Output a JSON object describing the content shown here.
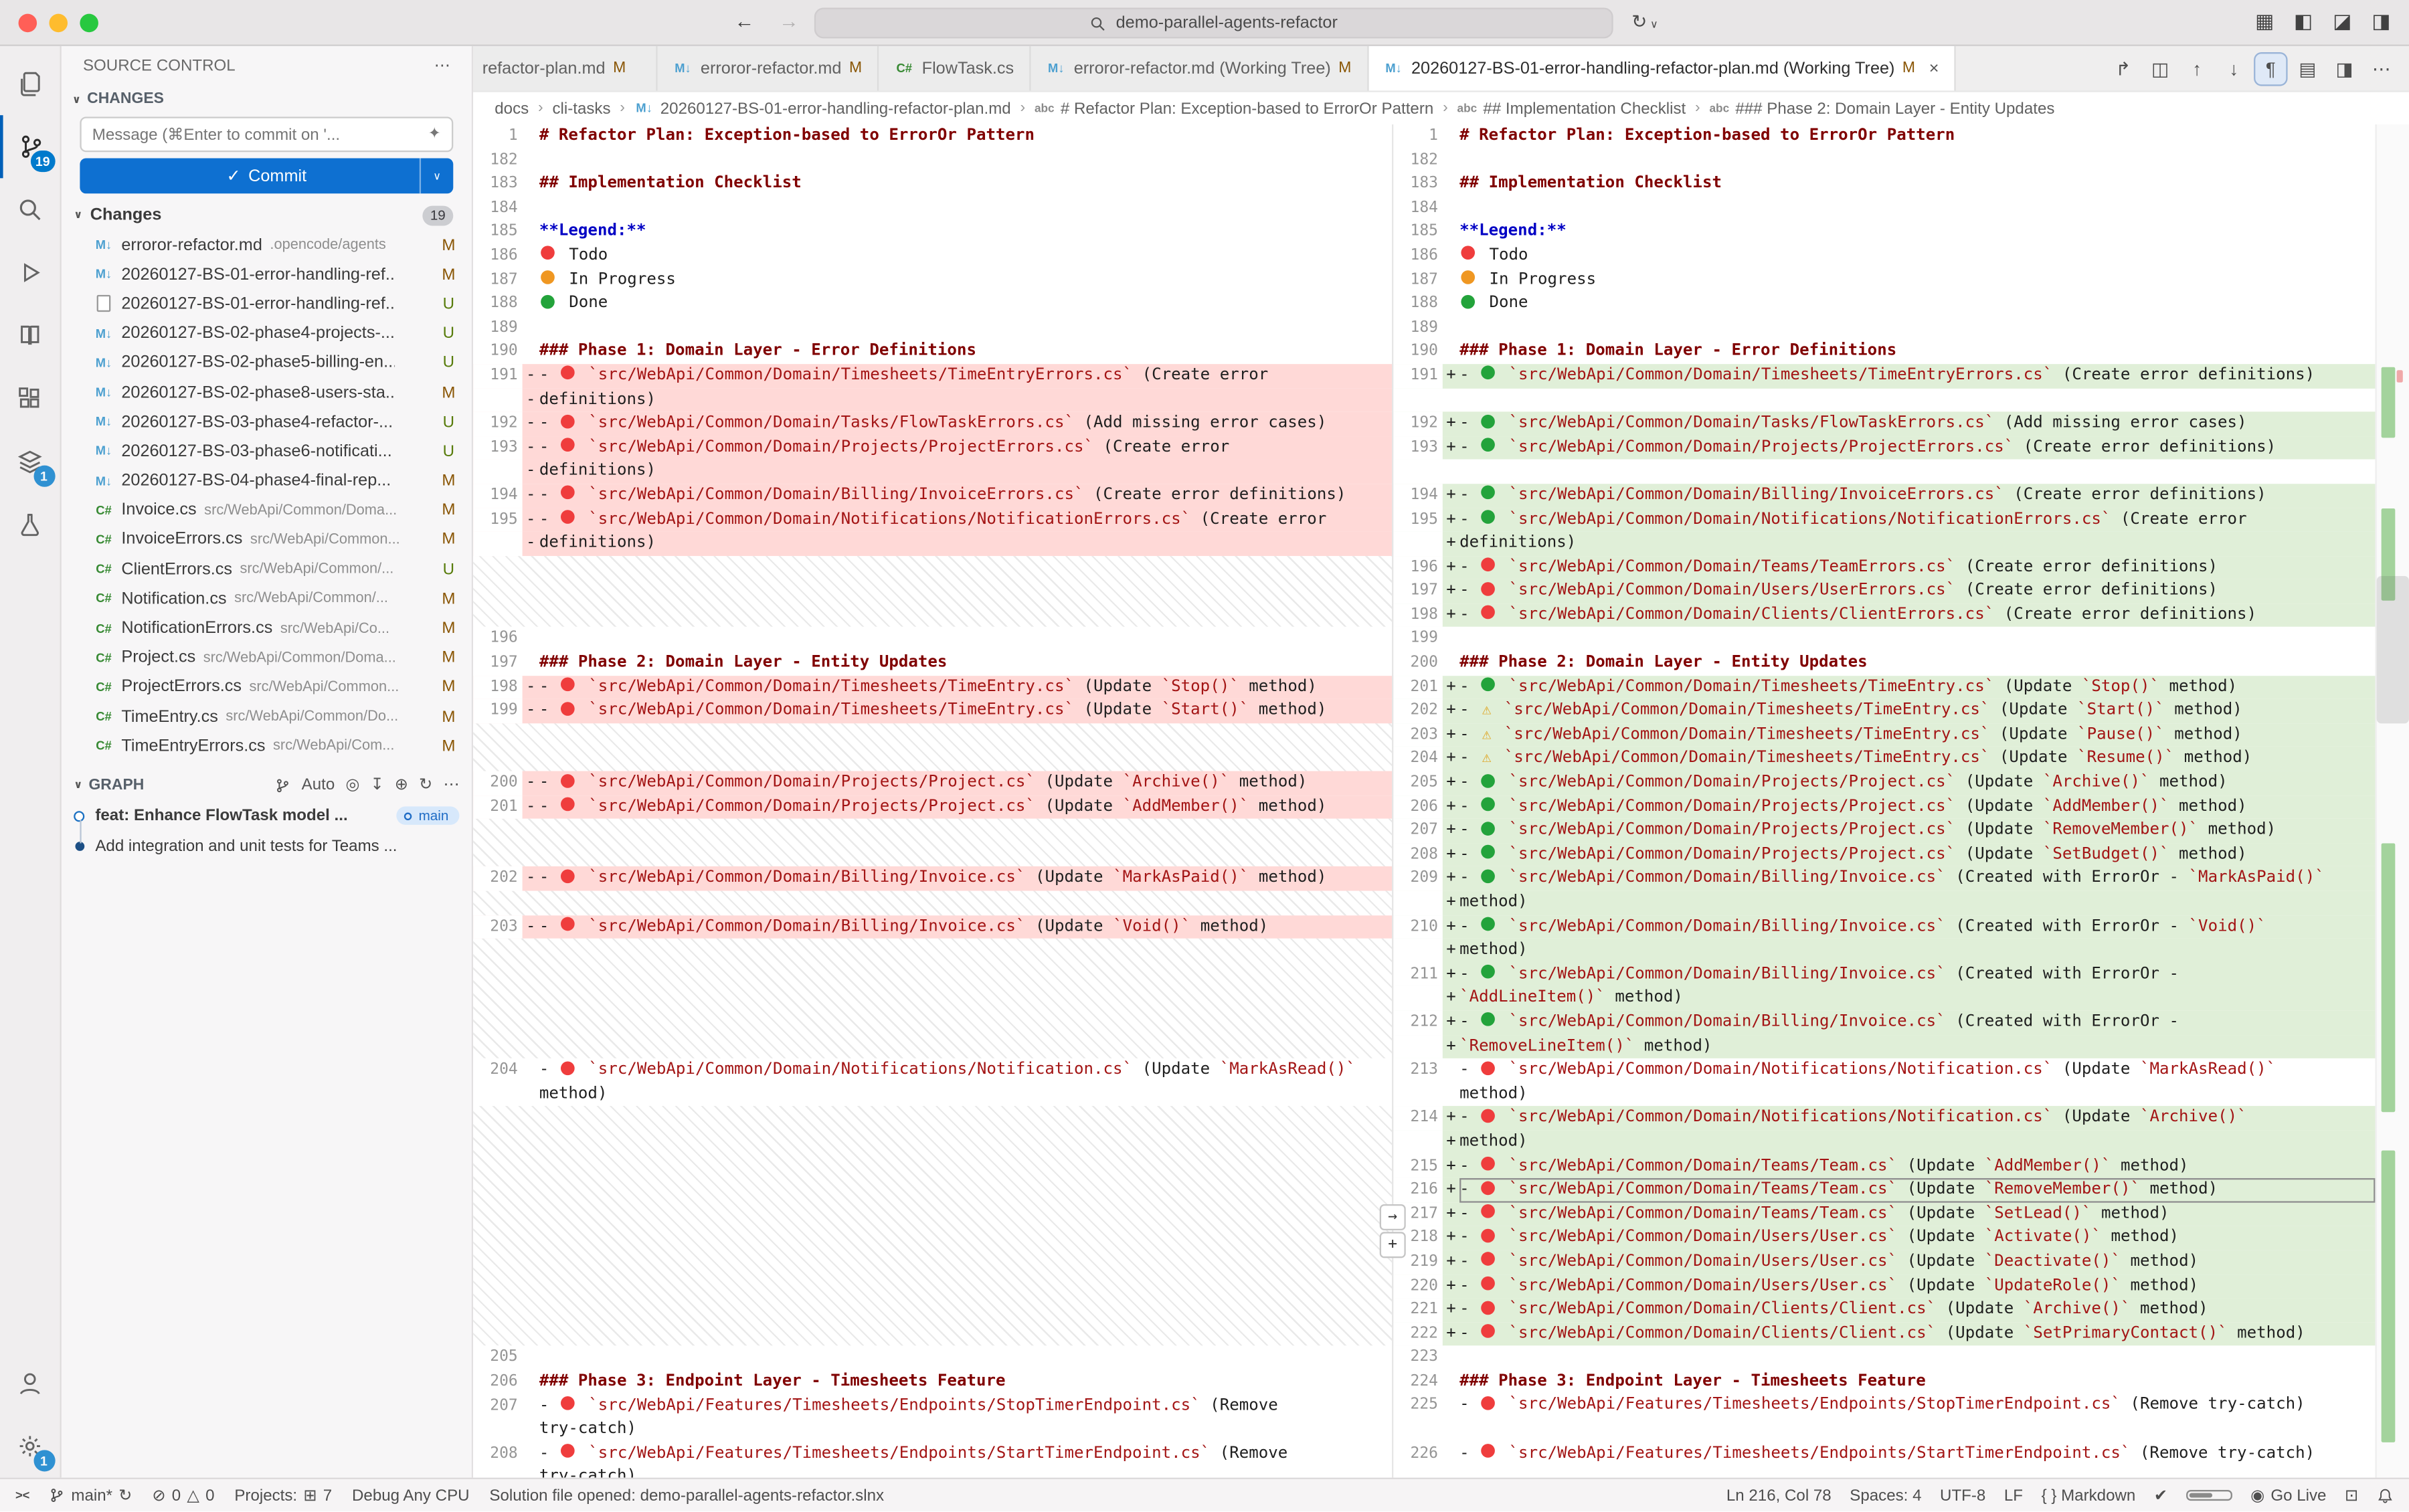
{
  "colors": {
    "accent_blue": "#0e70d1",
    "badge_blue": "#007acc",
    "diff_add_bg": "#e0efd8",
    "diff_del_bg": "#ffd9d7",
    "code_span": "#a31515",
    "md_header": "#800000"
  },
  "icons": {
    "back": "←",
    "forward": "→",
    "sync": "↻",
    "chevron_down": "∨",
    "chevron_right": "›",
    "close": "×",
    "check": "✓",
    "more": "⋯",
    "error": "⊘",
    "warning": "△",
    "remote": "><",
    "projects": "⊞",
    "markdown_file": "M↓",
    "csharp_file": "C#",
    "plus": "+",
    "sparkle": "✦",
    "broadcast": "◉",
    "screencast": "⊡",
    "checkmark": "✔",
    "abc": "abc"
  },
  "titlebar": {
    "search_value": "demo-parallel-agents-refactor",
    "right_icons": [
      {
        "name": "layout-grid-icon",
        "glyph": "▦"
      },
      {
        "name": "toggle-left-sidebar-icon",
        "glyph": "◧"
      },
      {
        "name": "toggle-bottom-panel-icon",
        "glyph": "◪"
      },
      {
        "name": "toggle-right-sidebar-icon",
        "glyph": "◨"
      }
    ]
  },
  "activity_bar": {
    "items": [
      {
        "name": "explorer",
        "badge": ""
      },
      {
        "name": "source-control",
        "badge": "19"
      },
      {
        "name": "search",
        "badge": ""
      },
      {
        "name": "run-and-debug",
        "badge": ""
      },
      {
        "name": "docs",
        "badge": ""
      },
      {
        "name": "extensions",
        "badge": ""
      },
      {
        "name": "layers",
        "badge": "1"
      },
      {
        "name": "testing",
        "badge": ""
      }
    ],
    "bottom": [
      {
        "name": "accounts",
        "badge": ""
      },
      {
        "name": "settings",
        "badge": "1"
      }
    ]
  },
  "scm": {
    "title": "SOURCE CONTROL",
    "sections": {
      "changes": "CHANGES",
      "graph": "GRAPH"
    },
    "message_placeholder": "Message (⌘Enter to commit on '...",
    "commit_label": "Commit",
    "changes_label": "Changes",
    "changes_count": "19",
    "files": [
      {
        "icon": "md",
        "name": "erroror-refactor.md",
        "path": ".opencode/agents",
        "status": "M"
      },
      {
        "icon": "md",
        "name": "20260127-BS-01-error-handling-ref...",
        "path": "",
        "status": "M"
      },
      {
        "icon": "file",
        "name": "20260127-BS-01-error-handling-ref...",
        "path": "",
        "status": "U"
      },
      {
        "icon": "md",
        "name": "20260127-BS-02-phase4-projects-...",
        "path": "",
        "status": "U"
      },
      {
        "icon": "md",
        "name": "20260127-BS-02-phase5-billing-en...",
        "path": "",
        "status": "U"
      },
      {
        "icon": "md",
        "name": "20260127-BS-02-phase8-users-sta...",
        "path": "",
        "status": "M"
      },
      {
        "icon": "md",
        "name": "20260127-BS-03-phase4-refactor-...",
        "path": "",
        "status": "U"
      },
      {
        "icon": "md",
        "name": "20260127-BS-03-phase6-notificati...",
        "path": "",
        "status": "U"
      },
      {
        "icon": "md",
        "name": "20260127-BS-04-phase4-final-rep...",
        "path": "",
        "status": "M"
      },
      {
        "icon": "cs",
        "name": "Invoice.cs",
        "path": "src/WebApi/Common/Doma...",
        "status": "M"
      },
      {
        "icon": "cs",
        "name": "InvoiceErrors.cs",
        "path": "src/WebApi/Common...",
        "status": "M"
      },
      {
        "icon": "cs",
        "name": "ClientErrors.cs",
        "path": "src/WebApi/Common/...",
        "status": "U"
      },
      {
        "icon": "cs",
        "name": "Notification.cs",
        "path": "src/WebApi/Common/...",
        "status": "M"
      },
      {
        "icon": "cs",
        "name": "NotificationErrors.cs",
        "path": "src/WebApi/Co...",
        "status": "M"
      },
      {
        "icon": "cs",
        "name": "Project.cs",
        "path": "src/WebApi/Common/Doma...",
        "status": "M"
      },
      {
        "icon": "cs",
        "name": "ProjectErrors.cs",
        "path": "src/WebApi/Common...",
        "status": "M"
      },
      {
        "icon": "cs",
        "name": "TimeEntry.cs",
        "path": "src/WebApi/Common/Do...",
        "status": "M"
      },
      {
        "icon": "cs",
        "name": "TimeEntryErrors.cs",
        "path": "src/WebApi/Com...",
        "status": "M"
      }
    ],
    "graph": {
      "auto_label": "Auto",
      "header_icons": [
        {
          "name": "target",
          "glyph": "◎"
        },
        {
          "name": "pull",
          "glyph": "↧"
        },
        {
          "name": "fetch",
          "glyph": "⊕"
        },
        {
          "name": "refresh",
          "glyph": "↻"
        },
        {
          "name": "more",
          "glyph": "⋯"
        }
      ],
      "commits": [
        {
          "message": "feat: Enhance FlowTask model ...",
          "ref": "main",
          "dot": "open"
        },
        {
          "message": "Add integration and unit tests for Teams ...",
          "ref": "",
          "dot": "filled"
        }
      ]
    }
  },
  "tabs": [
    {
      "label": "refactor-plan.md",
      "status": "M",
      "icon": "md",
      "clipped": true,
      "active": false
    },
    {
      "label": "erroror-refactor.md",
      "status": "M",
      "icon": "md",
      "active": false
    },
    {
      "label": "FlowTask.cs",
      "status": "",
      "icon": "cs",
      "active": false
    },
    {
      "label": "erroror-refactor.md (Working Tree)",
      "status": "M",
      "icon": "md",
      "active": false
    },
    {
      "label": "20260127-BS-01-error-handling-refactor-plan.md (Working Tree)",
      "status": "M",
      "icon": "md",
      "active": true
    }
  ],
  "editor_actions": [
    {
      "name": "open-file",
      "glyph": "↱",
      "active": false
    },
    {
      "name": "inline-view-toggle",
      "glyph": "◫",
      "active": false
    },
    {
      "name": "previous-change",
      "glyph": "↑",
      "active": false
    },
    {
      "name": "next-change",
      "glyph": "↓",
      "active": false
    },
    {
      "name": "render-whitespace",
      "glyph": "¶",
      "active": true
    },
    {
      "name": "open-preview",
      "glyph": "▤",
      "active": false
    },
    {
      "name": "split-editor",
      "glyph": "◨",
      "active": false
    },
    {
      "name": "more-actions",
      "glyph": "⋯",
      "active": false
    }
  ],
  "breadcrumb": [
    {
      "label": "docs",
      "icon": ""
    },
    {
      "label": "cli-tasks",
      "icon": ""
    },
    {
      "label": "20260127-BS-01-error-handling-refactor-plan.md",
      "icon": "md"
    },
    {
      "label": "# Refactor Plan: Exception-based to ErrorOr Pattern",
      "icon": "abc"
    },
    {
      "label": "## Implementation Checklist",
      "icon": "abc"
    },
    {
      "label": "### Phase 2: Domain Layer - Entity Updates",
      "icon": "abc"
    }
  ],
  "diff": {
    "left": [
      {
        "n": "1",
        "k": "c",
        "t": "# Refactor Plan: Exception-based to ErrorOr Pattern"
      },
      {
        "n": "182",
        "k": "c",
        "t": ""
      },
      {
        "n": "183",
        "k": "c",
        "t": "## Implementation Checklist"
      },
      {
        "n": "184",
        "k": "c",
        "t": ""
      },
      {
        "n": "185",
        "k": "c",
        "t": "**Legend:**"
      },
      {
        "n": "186",
        "k": "c",
        "t": "🔴 Todo"
      },
      {
        "n": "187",
        "k": "c",
        "t": "🟠 In Progress"
      },
      {
        "n": "188",
        "k": "c",
        "t": "🟢 Done"
      },
      {
        "n": "189",
        "k": "c",
        "t": ""
      },
      {
        "n": "190",
        "k": "c",
        "t": "### Phase 1: Domain Layer - Error Definitions"
      },
      {
        "n": "191",
        "s": "-",
        "k": "d",
        "t": "- 🔴 `src/WebApi/Common/Domain/Timesheets/TimeEntryErrors.cs` (Create error"
      },
      {
        "n": "",
        "s": "-",
        "k": "d",
        "t": "definitions)"
      },
      {
        "n": "192",
        "s": "-",
        "k": "d",
        "t": "- 🔴 `src/WebApi/Common/Domain/Tasks/FlowTaskErrors.cs` (Add missing error cases)"
      },
      {
        "n": "193",
        "s": "-",
        "k": "d",
        "t": "- 🔴 `src/WebApi/Common/Domain/Projects/ProjectErrors.cs` (Create error"
      },
      {
        "n": "",
        "s": "-",
        "k": "d",
        "t": "definitions)"
      },
      {
        "n": "194",
        "s": "-",
        "k": "d",
        "t": "- 🔴 `src/WebApi/Common/Domain/Billing/InvoiceErrors.cs` (Create error definitions)"
      },
      {
        "n": "195",
        "s": "-",
        "k": "d",
        "t": "- 🔴 `src/WebApi/Common/Domain/Notifications/NotificationErrors.cs` (Create error"
      },
      {
        "n": "",
        "s": "-",
        "k": "d",
        "t": "definitions)"
      },
      {
        "k": "g",
        "rows": 3
      },
      {
        "n": "196",
        "k": "c",
        "t": ""
      },
      {
        "n": "197",
        "k": "c",
        "t": "### Phase 2: Domain Layer - Entity Updates"
      },
      {
        "n": "198",
        "s": "-",
        "k": "d",
        "t": "- 🔴 `src/WebApi/Common/Domain/Timesheets/TimeEntry.cs` (Update `Stop()` method)"
      },
      {
        "n": "199",
        "s": "-",
        "k": "d",
        "t": "- 🔴 `src/WebApi/Common/Domain/Timesheets/TimeEntry.cs` (Update `Start()` method)"
      },
      {
        "k": "g",
        "rows": 2
      },
      {
        "n": "200",
        "s": "-",
        "k": "d",
        "t": "- 🔴 `src/WebApi/Common/Domain/Projects/Project.cs` (Update `Archive()` method)"
      },
      {
        "n": "201",
        "s": "-",
        "k": "d",
        "t": "- 🔴 `src/WebApi/Common/Domain/Projects/Project.cs` (Update `AddMember()` method)"
      },
      {
        "k": "g",
        "rows": 2
      },
      {
        "n": "202",
        "s": "-",
        "k": "d",
        "t": "- 🔴 `src/WebApi/Common/Domain/Billing/Invoice.cs` (Update `MarkAsPaid()` method)"
      },
      {
        "k": "g",
        "rows": 1
      },
      {
        "n": "203",
        "s": "-",
        "k": "d",
        "t": "- 🔴 `src/WebApi/Common/Domain/Billing/Invoice.cs` (Update `Void()` method)"
      },
      {
        "k": "g",
        "rows": 5
      },
      {
        "n": "204",
        "k": "c",
        "t": "- 🔴 `src/WebApi/Common/Domain/Notifications/Notification.cs` (Update `MarkAsRead()`"
      },
      {
        "n": "",
        "k": "c",
        "t": "method)"
      },
      {
        "k": "g",
        "rows": 10
      },
      {
        "n": "205",
        "k": "c",
        "t": ""
      },
      {
        "n": "206",
        "k": "c",
        "t": "### Phase 3: Endpoint Layer - Timesheets Feature"
      },
      {
        "n": "207",
        "k": "c",
        "t": "- 🔴 `src/WebApi/Features/Timesheets/Endpoints/StopTimerEndpoint.cs` (Remove"
      },
      {
        "n": "",
        "k": "c",
        "t": "try-catch)"
      },
      {
        "n": "208",
        "k": "c",
        "t": "- 🔴 `src/WebApi/Features/Timesheets/Endpoints/StartTimerEndpoint.cs` (Remove"
      },
      {
        "n": "",
        "k": "c",
        "t": "try-catch)"
      }
    ],
    "right": [
      {
        "n": "1",
        "k": "c",
        "t": "# Refactor Plan: Exception-based to ErrorOr Pattern"
      },
      {
        "n": "182",
        "k": "c",
        "t": ""
      },
      {
        "n": "183",
        "k": "c",
        "t": "## Implementation Checklist"
      },
      {
        "n": "184",
        "k": "c",
        "t": ""
      },
      {
        "n": "185",
        "k": "c",
        "t": "**Legend:**"
      },
      {
        "n": "186",
        "k": "c",
        "t": "🔴 Todo"
      },
      {
        "n": "187",
        "k": "c",
        "t": "🟠 In Progress"
      },
      {
        "n": "188",
        "k": "c",
        "t": "🟢 Done"
      },
      {
        "n": "189",
        "k": "c",
        "t": ""
      },
      {
        "n": "190",
        "k": "c",
        "t": "### Phase 1: Domain Layer - Error Definitions"
      },
      {
        "n": "191",
        "s": "+",
        "k": "a",
        "t": "- 🟢 `src/WebApi/Common/Domain/Timesheets/TimeEntryErrors.cs` (Create error definitions)"
      },
      {
        "k": "p"
      },
      {
        "n": "192",
        "s": "+",
        "k": "a",
        "t": "- 🟢 `src/WebApi/Common/Domain/Tasks/FlowTaskErrors.cs` (Add missing error cases)"
      },
      {
        "n": "193",
        "s": "+",
        "k": "a",
        "t": "- 🟢 `src/WebApi/Common/Domain/Projects/ProjectErrors.cs` (Create error definitions)"
      },
      {
        "k": "p"
      },
      {
        "n": "194",
        "s": "+",
        "k": "a",
        "t": "- 🟢 `src/WebApi/Common/Domain/Billing/InvoiceErrors.cs` (Create error definitions)"
      },
      {
        "n": "195",
        "s": "+",
        "k": "a",
        "t": "- 🟢 `src/WebApi/Common/Domain/Notifications/NotificationErrors.cs` (Create error"
      },
      {
        "n": "",
        "s": "+",
        "k": "a",
        "t": "definitions)"
      },
      {
        "n": "196",
        "s": "+",
        "k": "a",
        "t": "- 🔴 `src/WebApi/Common/Domain/Teams/TeamErrors.cs` (Create error definitions)"
      },
      {
        "n": "197",
        "s": "+",
        "k": "a",
        "t": "- 🔴 `src/WebApi/Common/Domain/Users/UserErrors.cs` (Create error definitions)"
      },
      {
        "n": "198",
        "s": "+",
        "k": "a",
        "t": "- 🔴 `src/WebApi/Common/Domain/Clients/ClientErrors.cs` (Create error definitions)"
      },
      {
        "n": "199",
        "k": "c",
        "t": ""
      },
      {
        "n": "200",
        "k": "c",
        "t": "### Phase 2: Domain Layer - Entity Updates"
      },
      {
        "n": "201",
        "s": "+",
        "k": "a",
        "t": "- 🟢 `src/WebApi/Common/Domain/Timesheets/TimeEntry.cs` (Update `Stop()` method)"
      },
      {
        "n": "202",
        "s": "+",
        "k": "a",
        "t": "- ⚠ `src/WebApi/Common/Domain/Timesheets/TimeEntry.cs` (Update `Start()` method)"
      },
      {
        "n": "203",
        "s": "+",
        "k": "a",
        "t": "- ⚠ `src/WebApi/Common/Domain/Timesheets/TimeEntry.cs` (Update `Pause()` method)"
      },
      {
        "n": "204",
        "s": "+",
        "k": "a",
        "t": "- ⚠ `src/WebApi/Common/Domain/Timesheets/TimeEntry.cs` (Update `Resume()` method)"
      },
      {
        "n": "205",
        "s": "+",
        "k": "a",
        "t": "- 🟢 `src/WebApi/Common/Domain/Projects/Project.cs` (Update `Archive()` method)"
      },
      {
        "n": "206",
        "s": "+",
        "k": "a",
        "t": "- 🟢 `src/WebApi/Common/Domain/Projects/Project.cs` (Update `AddMember()` method)"
      },
      {
        "n": "207",
        "s": "+",
        "k": "a",
        "t": "- 🟢 `src/WebApi/Common/Domain/Projects/Project.cs` (Update `RemoveMember()` method)"
      },
      {
        "n": "208",
        "s": "+",
        "k": "a",
        "t": "- 🟢 `src/WebApi/Common/Domain/Projects/Project.cs` (Update `SetBudget()` method)"
      },
      {
        "n": "209",
        "s": "+",
        "k": "a",
        "t": "- 🟢 `src/WebApi/Common/Domain/Billing/Invoice.cs` (Created with ErrorOr - `MarkAsPaid()`"
      },
      {
        "n": "",
        "s": "+",
        "k": "a",
        "t": "method)"
      },
      {
        "n": "210",
        "s": "+",
        "k": "a",
        "t": "- 🟢 `src/WebApi/Common/Domain/Billing/Invoice.cs` (Created with ErrorOr - `Void()`"
      },
      {
        "n": "",
        "s": "+",
        "k": "a",
        "t": "method)"
      },
      {
        "n": "211",
        "s": "+",
        "k": "a",
        "t": "- 🟢 `src/WebApi/Common/Domain/Billing/Invoice.cs` (Created with ErrorOr -"
      },
      {
        "n": "",
        "s": "+",
        "k": "a",
        "t": "`AddLineItem()` method)"
      },
      {
        "n": "212",
        "s": "+",
        "k": "a",
        "t": "- 🟢 `src/WebApi/Common/Domain/Billing/Invoice.cs` (Created with ErrorOr -"
      },
      {
        "n": "",
        "s": "+",
        "k": "a",
        "t": "`RemoveLineItem()` method)"
      },
      {
        "n": "213",
        "k": "c",
        "t": "- 🔴 `src/WebApi/Common/Domain/Notifications/Notification.cs` (Update `MarkAsRead()`"
      },
      {
        "n": "",
        "k": "c",
        "t": "method)"
      },
      {
        "n": "214",
        "s": "+",
        "k": "a",
        "t": "- 🔴 `src/WebApi/Common/Domain/Notifications/Notification.cs` (Update `Archive()`"
      },
      {
        "n": "",
        "s": "+",
        "k": "a",
        "t": "method)"
      },
      {
        "n": "215",
        "s": "+",
        "k": "a",
        "t": "- 🔴 `src/WebApi/Common/Domain/Teams/Team.cs` (Update `AddMember()` method)"
      },
      {
        "n": "216",
        "s": "+",
        "k": "a",
        "cur": true,
        "t": "- 🔴 `src/WebApi/Common/Domain/Teams/Team.cs` (Update `RemoveMember()` method)"
      },
      {
        "n": "217",
        "s": "+",
        "k": "a",
        "t": "- 🔴 `src/WebApi/Common/Domain/Teams/Team.cs` (Update `SetLead()` method)"
      },
      {
        "n": "218",
        "s": "+",
        "k": "a",
        "t": "- 🔴 `src/WebApi/Common/Domain/Users/User.cs` (Update `Activate()` method)"
      },
      {
        "n": "219",
        "s": "+",
        "k": "a",
        "t": "- 🔴 `src/WebApi/Common/Domain/Users/User.cs` (Update `Deactivate()` method)"
      },
      {
        "n": "220",
        "s": "+",
        "k": "a",
        "t": "- 🔴 `src/WebApi/Common/Domain/Users/User.cs` (Update `UpdateRole()` method)"
      },
      {
        "n": "221",
        "s": "+",
        "k": "a",
        "t": "- 🔴 `src/WebApi/Common/Domain/Clients/Client.cs` (Update `Archive()` method)"
      },
      {
        "n": "222",
        "s": "+",
        "k": "a",
        "t": "- 🔴 `src/WebApi/Common/Domain/Clients/Client.cs` (Update `SetPrimaryContact()` method)"
      },
      {
        "n": "223",
        "k": "c",
        "t": ""
      },
      {
        "n": "224",
        "k": "c",
        "t": "### Phase 3: Endpoint Layer - Timesheets Feature"
      },
      {
        "n": "225",
        "k": "c",
        "t": "- 🔴 `src/WebApi/Features/Timesheets/Endpoints/StopTimerEndpoint.cs` (Remove try-catch)"
      },
      {
        "k": "p"
      },
      {
        "n": "226",
        "k": "c",
        "t": "- 🔴 `src/WebApi/Features/Timesheets/Endpoints/StartTimerEndpoint.cs` (Remove try-catch)"
      },
      {
        "k": "p"
      }
    ]
  },
  "status_bar": {
    "branch": "main*",
    "errors": "0",
    "warnings": "0",
    "projects_label": "Projects:",
    "projects_count": "7",
    "debug_config": "Debug Any CPU",
    "solution_message": "Solution file opened: demo-parallel-agents-refactor.slnx",
    "cursor": "Ln 216, Col 78",
    "indent": "Spaces: 4",
    "encoding": "UTF-8",
    "eol": "LF",
    "language": "{ } Markdown",
    "go_live": "Go Live"
  }
}
